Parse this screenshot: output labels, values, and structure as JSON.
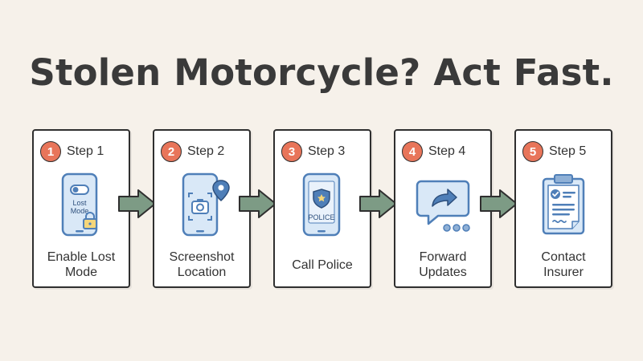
{
  "title": "Stolen Motorcycle? Act Fast.",
  "steps": [
    {
      "number": "1",
      "label": "Step 1",
      "caption": "Enable Lost\nMode",
      "icon": "phone-lost-mode-icon",
      "icon_text": "Lost\nMode"
    },
    {
      "number": "2",
      "label": "Step 2",
      "caption": "Screenshot\nLocation",
      "icon": "phone-screenshot-location-icon"
    },
    {
      "number": "3",
      "label": "Step 3",
      "caption": "Call Police",
      "icon": "phone-police-icon",
      "icon_text": "POLICE"
    },
    {
      "number": "4",
      "label": "Step 4",
      "caption": "Forward\nUpdates",
      "icon": "forward-message-icon"
    },
    {
      "number": "5",
      "label": "Step 5",
      "caption": "Contact\nInsurer",
      "icon": "insurance-clipboard-icon"
    }
  ],
  "colors": {
    "background": "#f6f1ea",
    "badge": "#e8755a",
    "arrow": "#7d9b85",
    "icon_fill": "#d9e8f7",
    "icon_stroke": "#4f7fb8"
  }
}
